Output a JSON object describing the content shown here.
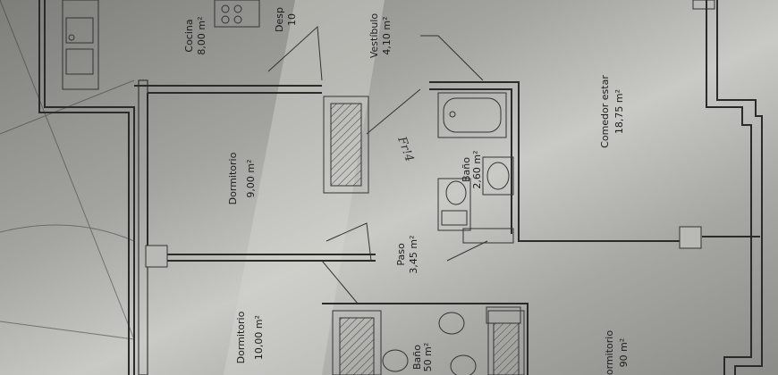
{
  "rooms": {
    "cocina": {
      "name": "Cocina",
      "area": "8,00 m²"
    },
    "despensa": {
      "name": "Desp",
      "area": "10"
    },
    "vestibulo": {
      "name": "Vestíbulo",
      "area": "4,10 m²"
    },
    "comedor": {
      "name": "Comedor estar",
      "area": "18,75 m²"
    },
    "dormitorio1": {
      "name": "Dormitorio",
      "area": "9,00 m²"
    },
    "bano1": {
      "name": "Baño",
      "area": "2,60 m²"
    },
    "paso": {
      "name": "Paso",
      "area": "3,45 m²"
    },
    "dormitorio2": {
      "name": "Dormitorio",
      "area": "10,00 m²"
    },
    "bano2": {
      "name": "Baño",
      "area": "50 m²"
    },
    "dormitorio3": {
      "name": "ormitorio",
      "area": "90 m²"
    }
  },
  "annotation": "Fr!4",
  "colors": {
    "paper": "#9c9c96",
    "ink": "#2a2a2a",
    "crease": "#cfcfcb"
  }
}
